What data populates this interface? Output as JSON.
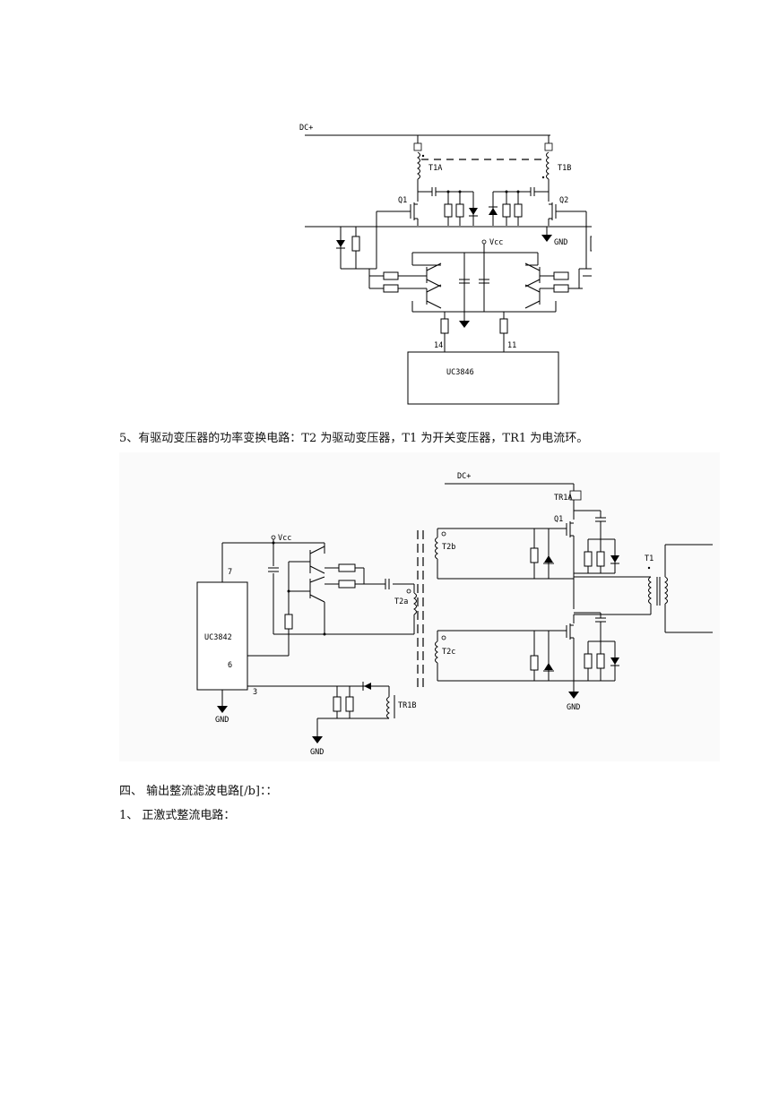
{
  "figure1": {
    "labels": {
      "dc": "DC+",
      "t1a": "T1A",
      "t1b": "T1B",
      "q1": "Q1",
      "q2": "Q2",
      "gnd": "GND",
      "vcc": "Vcc",
      "pin14": "14",
      "pin11": "11",
      "ic": "UC3846"
    }
  },
  "caption5": "5、有驱动变压器的功率变换电路：T2 为驱动变压器，T1 为开关变压器，TR1 为电流环。",
  "figure2": {
    "labels": {
      "dc": "DC+",
      "tr1a": "TR1A",
      "q1": "Q1",
      "vcc": "Vcc",
      "t2b": "T2b",
      "t2a": "T2a",
      "t2c": "T2c",
      "t1": "T1",
      "ic": "UC3842",
      "pin7": "7",
      "pin6": "6",
      "pin3": "3",
      "gnd_ic": "GND",
      "gnd_bottom": "GND",
      "gnd_q": "GND",
      "tr1b": "TR1B"
    }
  },
  "section4": "四、  输出整流滤波电路[/b]：：",
  "item1": "1、  正激式整流电路："
}
